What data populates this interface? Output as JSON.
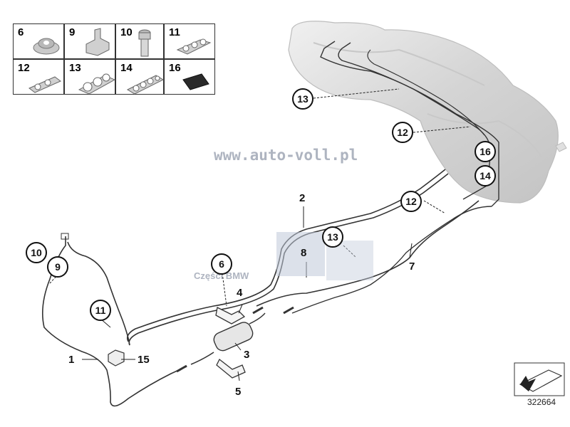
{
  "parts_grid": [
    {
      "number": "6",
      "icon": "nut-icon"
    },
    {
      "number": "9",
      "icon": "bracket-clip-icon"
    },
    {
      "number": "10",
      "icon": "bolt-icon"
    },
    {
      "number": "11",
      "icon": "line-clip-icon"
    },
    {
      "number": "12",
      "icon": "double-clip-icon"
    },
    {
      "number": "13",
      "icon": "triple-clip-icon"
    },
    {
      "number": "14",
      "icon": "quad-clip-icon"
    },
    {
      "number": "16",
      "icon": "pad-icon"
    }
  ],
  "callouts": {
    "l1": "1",
    "l2": "2",
    "l3": "3",
    "l4": "4",
    "l5": "5",
    "l7": "7",
    "l8": "8",
    "l15": "15",
    "c6": "6",
    "c9": "9",
    "c10": "10",
    "c11": "11",
    "c12a": "12",
    "c12b": "12",
    "c13a": "13",
    "c13b": "13",
    "c14": "14",
    "c16": "16"
  },
  "watermark": {
    "site": "www.auto-voll.pl",
    "sub": "Części BMW"
  },
  "reference_number": "322664",
  "colors": {
    "line": "#222222",
    "tank": "#d9d9d9",
    "watermark": "#aeb4c0"
  }
}
